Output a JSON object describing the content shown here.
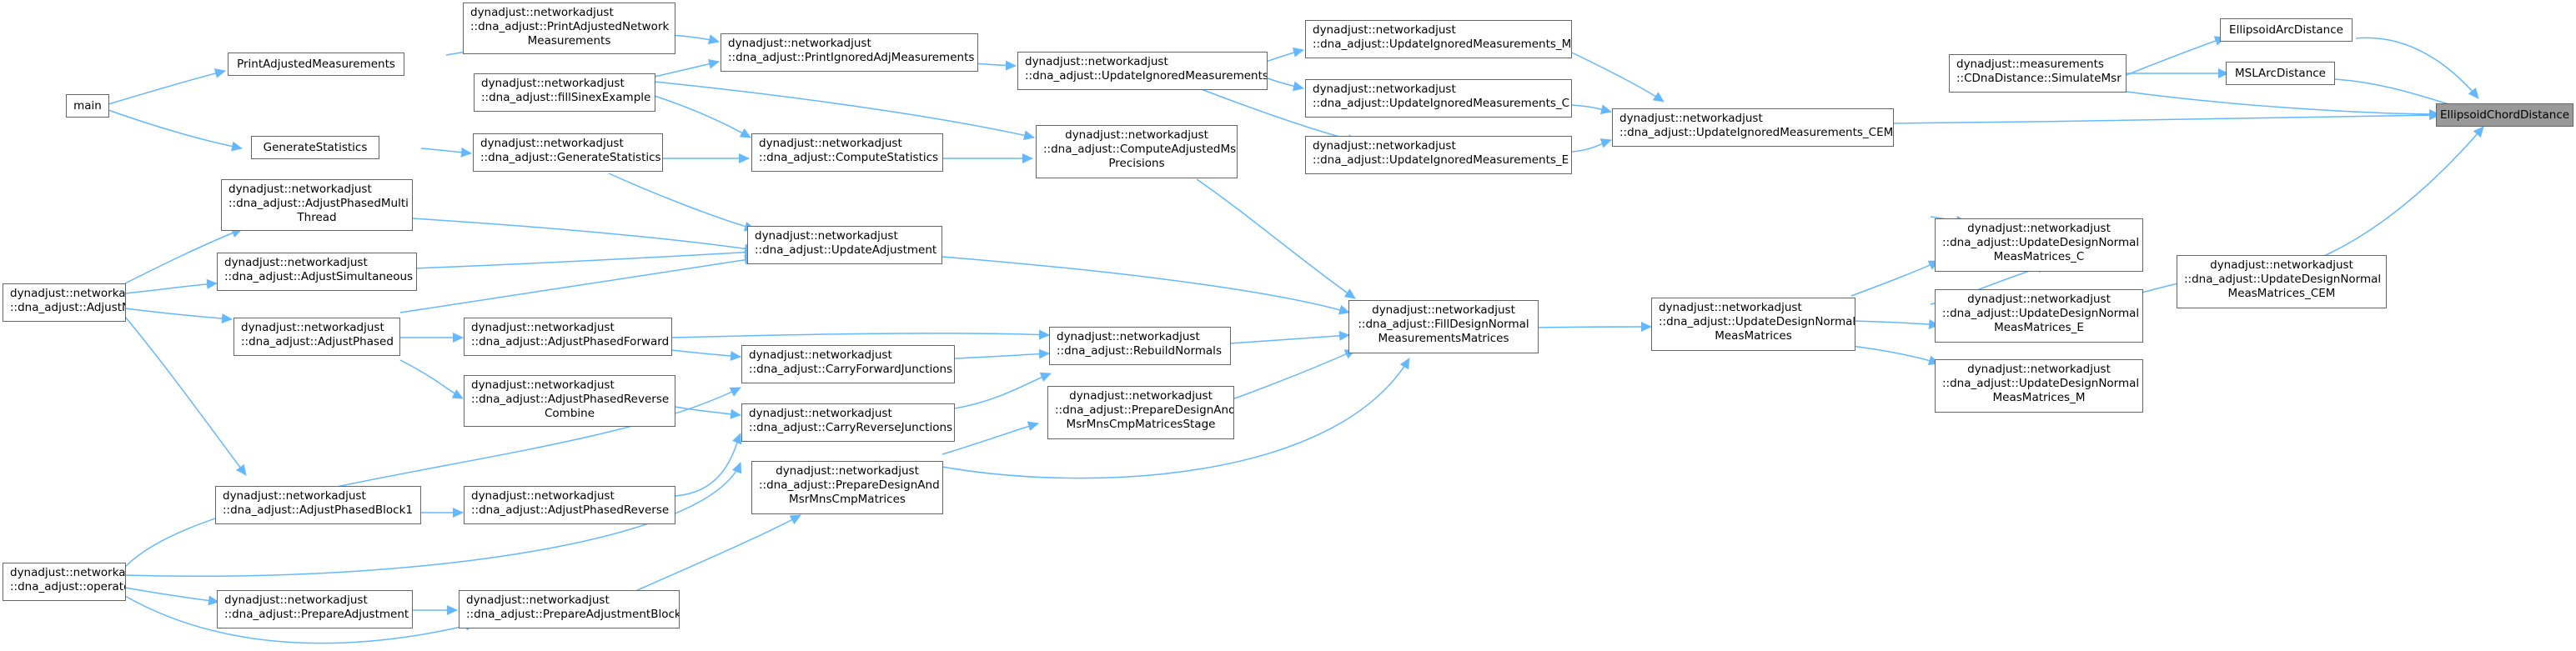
{
  "colors": {
    "edge": "#63b8ff",
    "node_border": "#666666",
    "root_fill": "#999999",
    "background": "#ffffff"
  },
  "nodes": {
    "ellipsoidchord": {
      "lines": [
        "EllipsoidChordDistance"
      ]
    },
    "ellipsoidarc": {
      "lines": [
        "EllipsoidArcDistance"
      ]
    },
    "mslarc": {
      "lines": [
        "MSLArcDistance"
      ]
    },
    "simulatemsr": {
      "lines": [
        "dynadjust::measurements",
        "::CDnaDistance::SimulateMsr"
      ]
    },
    "updignoredcem": {
      "lines": [
        "dynadjust::networkadjust",
        "::dna_adjust::UpdateIgnoredMeasurements_CEM"
      ]
    },
    "updignoredm": {
      "lines": [
        "dynadjust::networkadjust",
        "::dna_adjust::UpdateIgnoredMeasurements_M"
      ]
    },
    "updignoredc": {
      "lines": [
        "dynadjust::networkadjust",
        "::dna_adjust::UpdateIgnoredMeasurements_C"
      ]
    },
    "updignorede": {
      "lines": [
        "dynadjust::networkadjust",
        "::dna_adjust::UpdateIgnoredMeasurements_E"
      ]
    },
    "updignored": {
      "lines": [
        "dynadjust::networkadjust",
        "::dna_adjust::UpdateIgnoredMeasurements"
      ]
    },
    "printignored": {
      "lines": [
        "dynadjust::networkadjust",
        "::dna_adjust::PrintIgnoredAdjMeasurements"
      ]
    },
    "printadjusted": {
      "lines": [
        "dynadjust::networkadjust",
        "::dna_adjust::PrintAdjustedNetwork",
        "Measurements"
      ]
    },
    "printadjmeas": {
      "lines": [
        "PrintAdjustedMeasurements"
      ]
    },
    "main": {
      "lines": [
        "main"
      ]
    },
    "fillsinex": {
      "lines": [
        "dynadjust::networkadjust",
        "::dna_adjust::fillSinexExample"
      ]
    },
    "genstats": {
      "lines": [
        "GenerateStatistics"
      ]
    },
    "genstats2": {
      "lines": [
        "dynadjust::networkadjust",
        "::dna_adjust::GenerateStatistics"
      ]
    },
    "computestats": {
      "lines": [
        "dynadjust::networkadjust",
        "::dna_adjust::ComputeStatistics"
      ]
    },
    "computeadj": {
      "lines": [
        "dynadjust::networkadjust",
        "::dna_adjust::ComputeAdjustedMsr",
        "Precisions"
      ]
    },
    "updcem": {
      "lines": [
        "dynadjust::networkadjust",
        "::dna_adjust::UpdateDesignNormal",
        "MeasMatrices_CEM"
      ]
    },
    "updc": {
      "lines": [
        "dynadjust::networkadjust",
        "::dna_adjust::UpdateDesignNormal",
        "MeasMatrices_C"
      ]
    },
    "upde": {
      "lines": [
        "dynadjust::networkadjust",
        "::dna_adjust::UpdateDesignNormal",
        "MeasMatrices_E"
      ]
    },
    "updm": {
      "lines": [
        "dynadjust::networkadjust",
        "::dna_adjust::UpdateDesignNormal",
        "MeasMatrices_M"
      ]
    },
    "upddesign": {
      "lines": [
        "dynadjust::networkadjust",
        "::dna_adjust::UpdateDesignNormal",
        "MeasMatrices"
      ]
    },
    "filldesign": {
      "lines": [
        "dynadjust::networkadjust",
        "::dna_adjust::FillDesignNormal",
        "MeasurementsMatrices"
      ]
    },
    "adjmulti": {
      "lines": [
        "dynadjust::networkadjust",
        "::dna_adjust::AdjustPhasedMulti",
        "Thread"
      ]
    },
    "adjsimul": {
      "lines": [
        "dynadjust::networkadjust",
        "::dna_adjust::AdjustSimultaneous"
      ]
    },
    "adjnetwork": {
      "lines": [
        "dynadjust::networkadjust",
        "::dna_adjust::AdjustNetwork"
      ]
    },
    "updadjust": {
      "lines": [
        "dynadjust::networkadjust",
        "::dna_adjust::UpdateAdjustment"
      ]
    },
    "adjphased": {
      "lines": [
        "dynadjust::networkadjust",
        "::dna_adjust::AdjustPhased"
      ]
    },
    "adjfwd": {
      "lines": [
        "dynadjust::networkadjust",
        "::dna_adjust::AdjustPhasedForward"
      ]
    },
    "carryfwd": {
      "lines": [
        "dynadjust::networkadjust",
        "::dna_adjust::CarryForwardJunctions"
      ]
    },
    "rebuild": {
      "lines": [
        "dynadjust::networkadjust",
        "::dna_adjust::RebuildNormals"
      ]
    },
    "adjrevcomb": {
      "lines": [
        "dynadjust::networkadjust",
        "::dna_adjust::AdjustPhasedReverse",
        "Combine"
      ]
    },
    "carryrev": {
      "lines": [
        "dynadjust::networkadjust",
        "::dna_adjust::CarryReverseJunctions"
      ]
    },
    "prepstage": {
      "lines": [
        "dynadjust::networkadjust",
        "::dna_adjust::PrepareDesignAnd",
        "MsrMnsCmpMatricesStage"
      ]
    },
    "prepdesign": {
      "lines": [
        "dynadjust::networkadjust",
        "::dna_adjust::PrepareDesignAnd",
        "MsrMnsCmpMatrices"
      ]
    },
    "adjblock1": {
      "lines": [
        "dynadjust::networkadjust",
        "::dna_adjust::AdjustPhasedBlock1"
      ]
    },
    "adjrev": {
      "lines": [
        "dynadjust::networkadjust",
        "::dna_adjust::AdjustPhasedReverse"
      ]
    },
    "operator": {
      "lines": [
        "dynadjust::networkadjust",
        "::dna_adjust::operator="
      ]
    },
    "prepadj": {
      "lines": [
        "dynadjust::networkadjust",
        "::dna_adjust::PrepareAdjustment"
      ]
    },
    "prepadjblock": {
      "lines": [
        "dynadjust::networkadjust",
        "::dna_adjust::PrepareAdjustmentBlock"
      ]
    }
  }
}
